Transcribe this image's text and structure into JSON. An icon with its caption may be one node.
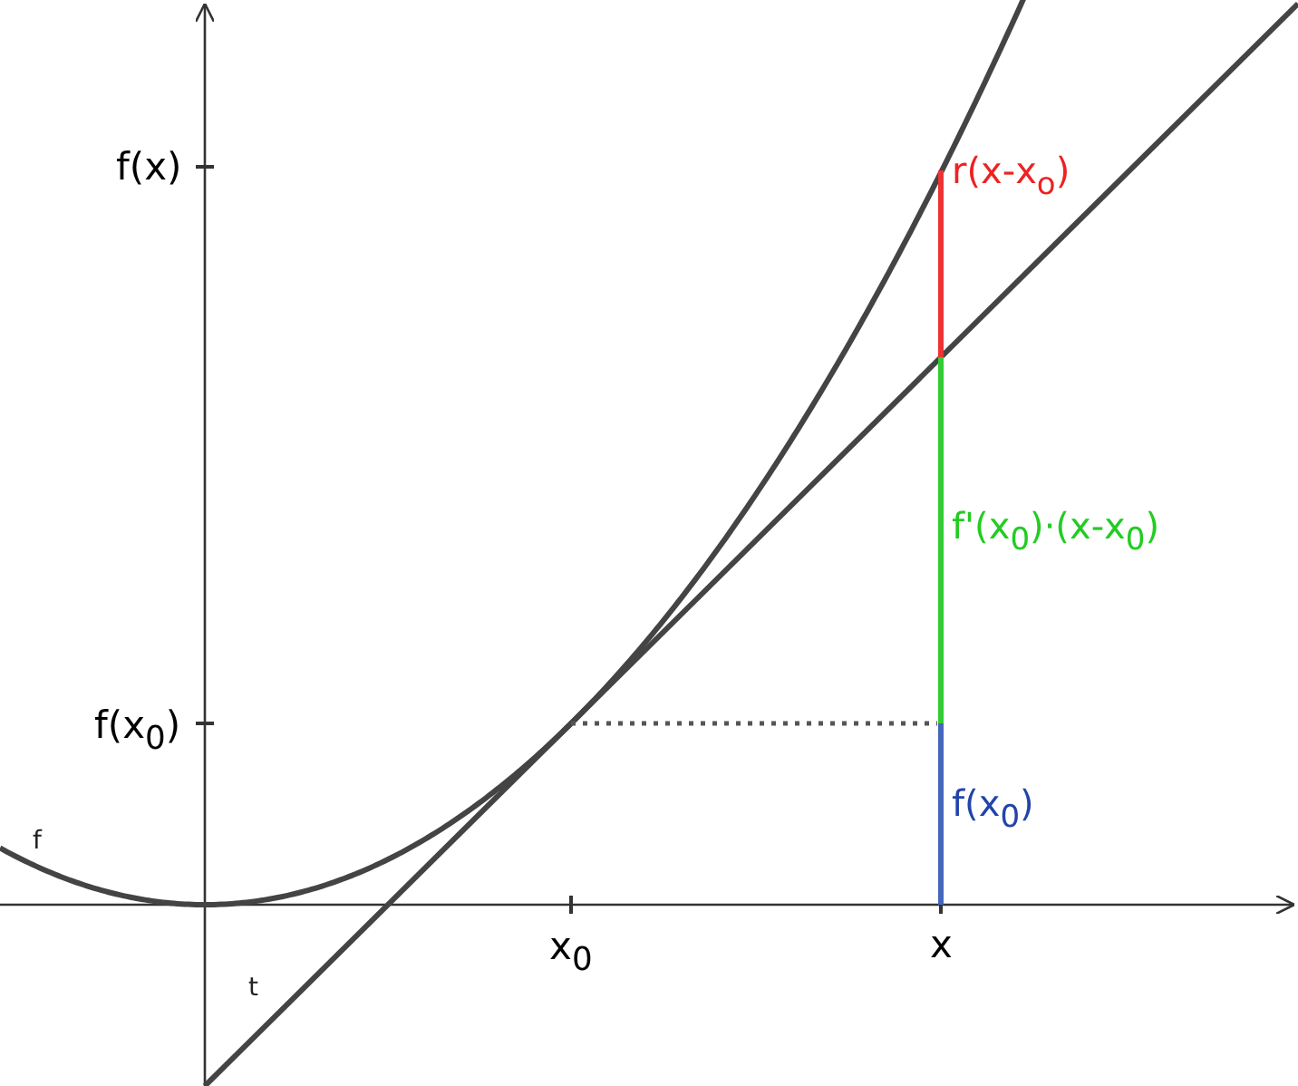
{
  "diagram": {
    "labels": [
      "f(x)",
      "r(x-x$_{o}$)",
      "f'(x$_{0}$)·(x-x$_{0}$)",
      "f(x$_{0}$)",
      "f(x$_{0}$)",
      "f",
      "x$_{0}$",
      "x",
      "t"
    ]
  }
}
